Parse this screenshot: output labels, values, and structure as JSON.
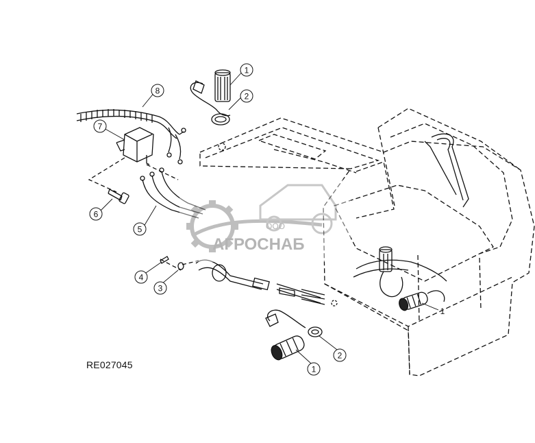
{
  "figure_code": "RE027045",
  "callouts": [
    {
      "id": "c1a",
      "text": "1"
    },
    {
      "id": "c2a",
      "text": "2"
    },
    {
      "id": "c8",
      "text": "8"
    },
    {
      "id": "c7",
      "text": "7"
    },
    {
      "id": "c6",
      "text": "6"
    },
    {
      "id": "c5",
      "text": "5"
    },
    {
      "id": "c4",
      "text": "4"
    },
    {
      "id": "c3",
      "text": "3"
    },
    {
      "id": "c2b",
      "text": "2"
    },
    {
      "id": "c1b",
      "text": "1"
    },
    {
      "id": "c1c",
      "text": "1"
    }
  ],
  "watermark": {
    "small": "ООО",
    "brand": "АГРОСНАБ"
  }
}
